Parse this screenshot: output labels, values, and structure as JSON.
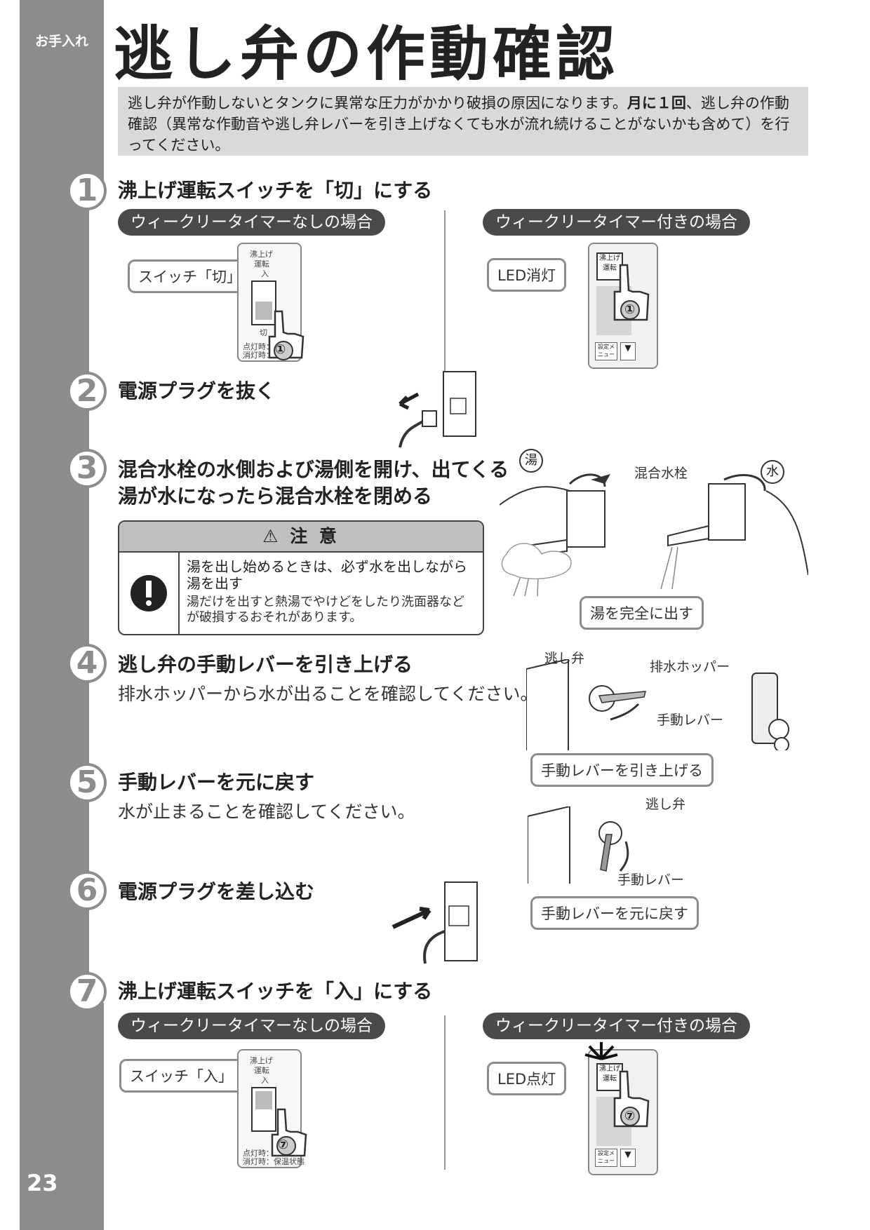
{
  "sidebar": {
    "label": "お手入れ",
    "page_number": "23"
  },
  "page": {
    "title": "逃し弁の作動確認"
  },
  "intro": {
    "part1": "逃し弁が作動しないとタンクに異常な圧力がかかり破損の原因になります。",
    "bold": "月に１回",
    "part2": "、逃し弁の作動確認（異常な作動音や逃し弁レバーを引き上げなくても水が流れ続けることがないかも含めて）を行ってください。"
  },
  "steps": [
    {
      "num": "1",
      "title": "沸上げ運転スイッチを「切」にする"
    },
    {
      "num": "2",
      "title": "電源プラグを抜く"
    },
    {
      "num": "3",
      "title": "混合水栓の水側および湯側を開け、出てくる",
      "title2": "湯が水になったら混合水栓を閉める"
    },
    {
      "num": "4",
      "title": "逃し弁の手動レバーを引き上げる",
      "sub": "排水ホッパーから水が出ることを確認してください。"
    },
    {
      "num": "5",
      "title": "手動レバーを元に戻す",
      "sub": "水が止まることを確認してください。"
    },
    {
      "num": "6",
      "title": "電源プラグを差し込む"
    },
    {
      "num": "7",
      "title": "沸上げ運転スイッチを「入」にする"
    }
  ],
  "step1": {
    "pill_left": "ウィークリータイマーなしの場合",
    "pill_right": "ウィークリータイマー付きの場合",
    "callout_left": "スイッチ「切」",
    "callout_right": "LED消灯",
    "panel_top": "沸上げ",
    "panel_mid": "運転",
    "panel_on": "入",
    "panel_off": "切",
    "panel_lamp1": "点灯時：",
    "panel_lamp2": "消灯時：",
    "badge": "①",
    "btn_label1": "沸上げ",
    "btn_label2": "運転",
    "menu_label": "設定メニュー"
  },
  "step3": {
    "hot_mark": "湯",
    "cold_mark": "水",
    "faucet_label": "混合水栓",
    "callout": "湯を完全に出す",
    "caution_title": "注 意",
    "caution_main": "湯を出し始めるときは、必ず水を出しながら湯を出す",
    "caution_sub": "湯だけを出すと熱湯でやけどをしたり洗面器などが破損するおそれがあります。"
  },
  "step4": {
    "valve_label": "逃し弁",
    "hopper_label": "排水ホッパー",
    "lever_label": "手動レバー",
    "callout": "手動レバーを引き上げる"
  },
  "step5": {
    "valve_label": "逃し弁",
    "lever_label": "手動レバー",
    "callout": "手動レバーを元に戻す"
  },
  "step7": {
    "pill_left": "ウィークリータイマーなしの場合",
    "pill_right": "ウィークリータイマー付きの場合",
    "callout_left": "スイッチ「入」",
    "callout_right": "LED点灯",
    "panel_top": "沸上げ",
    "panel_mid": "運転",
    "panel_on": "入",
    "panel_lamp1": "点灯時：沸",
    "panel_lamp2": "消灯時：保温状態",
    "badge": "⑦",
    "btn_label1": "沸上げ",
    "btn_label2": "運転",
    "menu_label": "設定メニュー"
  }
}
